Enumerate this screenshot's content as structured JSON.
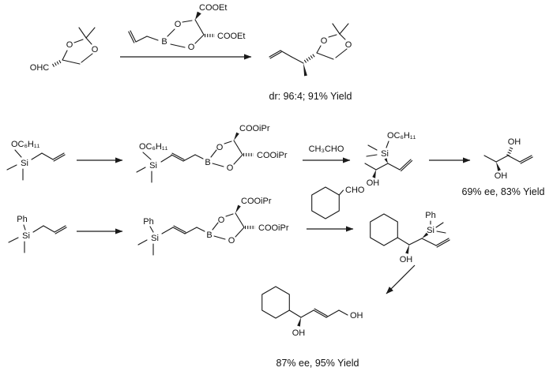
{
  "scheme": {
    "description": "Three allylboration / crotylboration reactions with tartrate allylboronates",
    "ink_color": "#1a1a1a",
    "background_color": "#ffffff"
  },
  "atoms": {
    "O": "O",
    "B": "B",
    "Si": "Si",
    "OH": "OH",
    "OHC": "OHC",
    "CHO": "CHO",
    "Ph": "Ph"
  },
  "groups": {
    "COOEt": "COOEt",
    "COOiPr": "COOiPr",
    "OC6H11": "OC₆H₁₁"
  },
  "reactions": [
    {
      "caption": "dr: 96:4; 91% Yield"
    },
    {
      "reagent_over_arrow": "CH₃CHO",
      "caption": "69% ee, 83% Yield"
    },
    {
      "caption": "87% ee, 95% Yield"
    }
  ]
}
